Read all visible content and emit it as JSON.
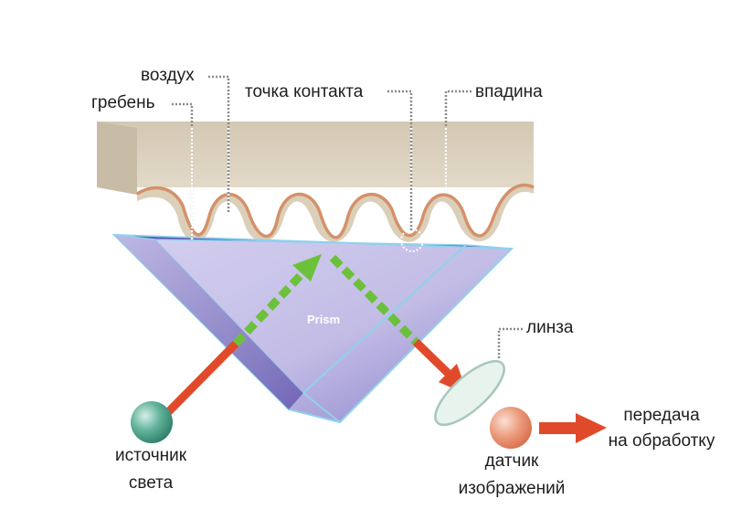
{
  "labels": {
    "air": "воздух",
    "ridge": "гребень",
    "contact_point": "точка контакта",
    "valley": "впадина",
    "prism": "Prism",
    "lens": "линза",
    "light_source_line1": "источник",
    "light_source_line2": "света",
    "sensor_line1": "датчик",
    "sensor_line2": "изображений",
    "transfer_line1": "передача",
    "transfer_line2": "на обработку"
  },
  "colors": {
    "skin_top": "#d9cfbd",
    "skin_front": "#ddd2c0",
    "skin_outline": "#d4916a",
    "prism_fill": "#c5c0e6",
    "prism_dark": "#6a5fb8",
    "prism_edge": "#8fd1ee",
    "light_beam": "#e04a2b",
    "reflected_beam": "#6cc13a",
    "source_sphere": "#3f9a83",
    "sensor_sphere": "#e8896a",
    "lens": "#e8f3ee",
    "leader_line": "#8a8a8a"
  },
  "icons": [
    "light-source-sphere",
    "image-sensor-sphere",
    "lens-ellipse",
    "arrow-right"
  ]
}
